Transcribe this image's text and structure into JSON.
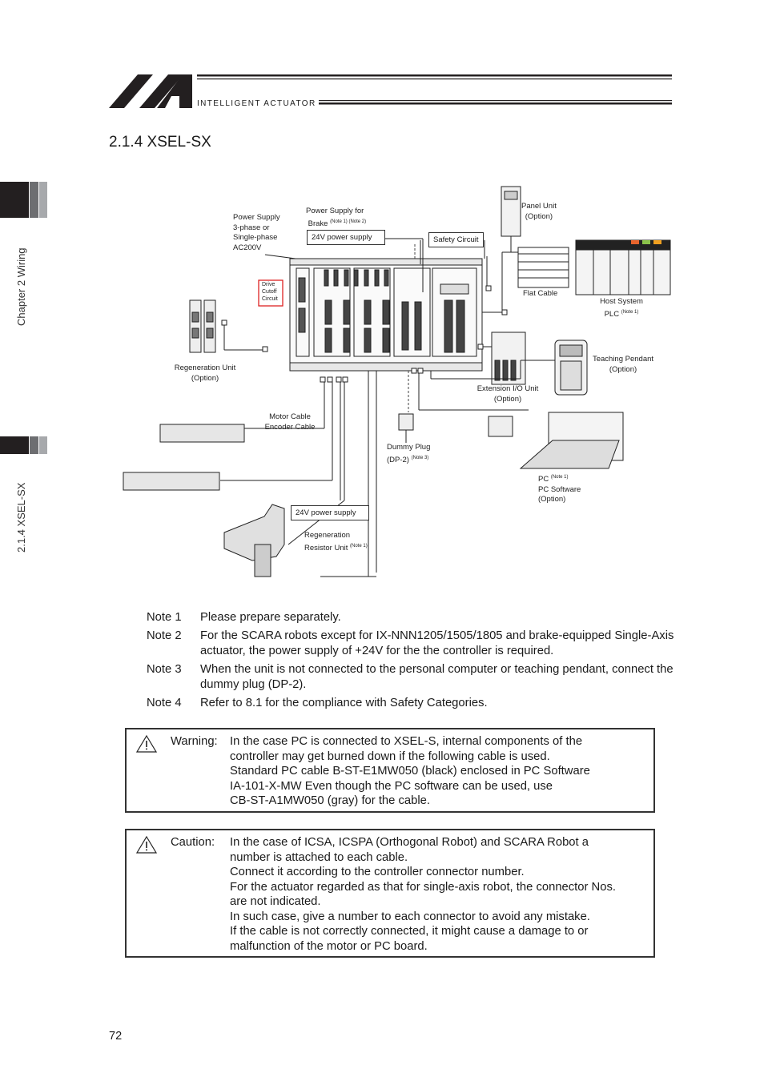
{
  "header": {
    "brand": "INTELLIGENT ACTUATOR"
  },
  "section": {
    "title": "2.1.4    XSEL-SX"
  },
  "side_tabs": {
    "chapter": "Chapter 2 Wiring",
    "section": "2.1.4 XSEL-SX"
  },
  "diagram": {
    "power_supply": [
      "Power Supply",
      "3-phase or",
      "Single-phase",
      "AC200V"
    ],
    "power_brake": "Power Supply for",
    "power_brake_2": "Brake",
    "power_brake_note": "(Note 1) (Note 2)",
    "supply_24v_top": "24V power supply",
    "safety_circuit": "Safety Circuit",
    "panel_unit": [
      "Panel Unit",
      "(Option)"
    ],
    "drive_cutoff": [
      "Drive",
      "Cutoff",
      "Circuit"
    ],
    "flat_cable": "Flat Cable",
    "host_system": "Host System",
    "host_plc": "PLC",
    "host_plc_note": "(Note 1)",
    "regen_unit": [
      "Regeneration Unit",
      "(Option)"
    ],
    "teaching_pendant": [
      "Teaching Pendant",
      "(Option)"
    ],
    "extension_io": [
      "Extension I/O Unit",
      "(Option)"
    ],
    "motor_cable": [
      "Motor Cable",
      "Encoder Cable"
    ],
    "dummy_plug": "Dummy Plug",
    "dummy_plug_2": "(DP-2)",
    "dummy_plug_note": "(Note 3)",
    "pc": "PC",
    "pc_note": "(Note 1)",
    "pc_software": [
      "PC Software",
      "(Option)"
    ],
    "supply_24v_bottom": "24V power supply",
    "regen_resistor": "Regeneration",
    "regen_resistor_2": "Resistor Unit",
    "regen_resistor_note": "(Note 1)"
  },
  "notes": [
    {
      "label": "Note 1",
      "text": "Please prepare separately."
    },
    {
      "label": "Note 2",
      "text": "For the SCARA robots except for IX-NNN1205/1505/1805 and brake-equipped Single-Axis actuator, the power supply of +24V for the the controller is required."
    },
    {
      "label": "Note 3",
      "text": "When the unit is not connected to the personal computer or teaching pendant, connect the dummy plug (DP-2)."
    },
    {
      "label": "Note 4",
      "text": "Refer to 8.1 for the compliance with Safety Categories."
    }
  ],
  "warning": {
    "heading": "Warning:",
    "lines": [
      "In the case PC is connected to XSEL-S, internal components of the",
      "controller may get burned down if the following cable is used.",
      "Standard PC cable B-ST-E1MW050 (black) enclosed in PC Software",
      "IA-101-X-MW Even though the PC software can be used, use",
      "CB-ST-A1MW050 (gray) for the cable."
    ]
  },
  "caution": {
    "heading": "Caution:",
    "lines": [
      "In the case of ICSA, ICSPA (Orthogonal Robot) and SCARA Robot a",
      "number is attached to each cable.",
      "Connect it according to the controller connector number.",
      "For the actuator regarded as that for single-axis robot, the connector Nos.",
      "are not indicated.",
      "In such case, give a number to each connector to avoid any mistake.",
      "If the cable is not correctly connected, it might cause a damage to or",
      "malfunction of the motor or PC board."
    ]
  },
  "page": {
    "number": "72"
  }
}
